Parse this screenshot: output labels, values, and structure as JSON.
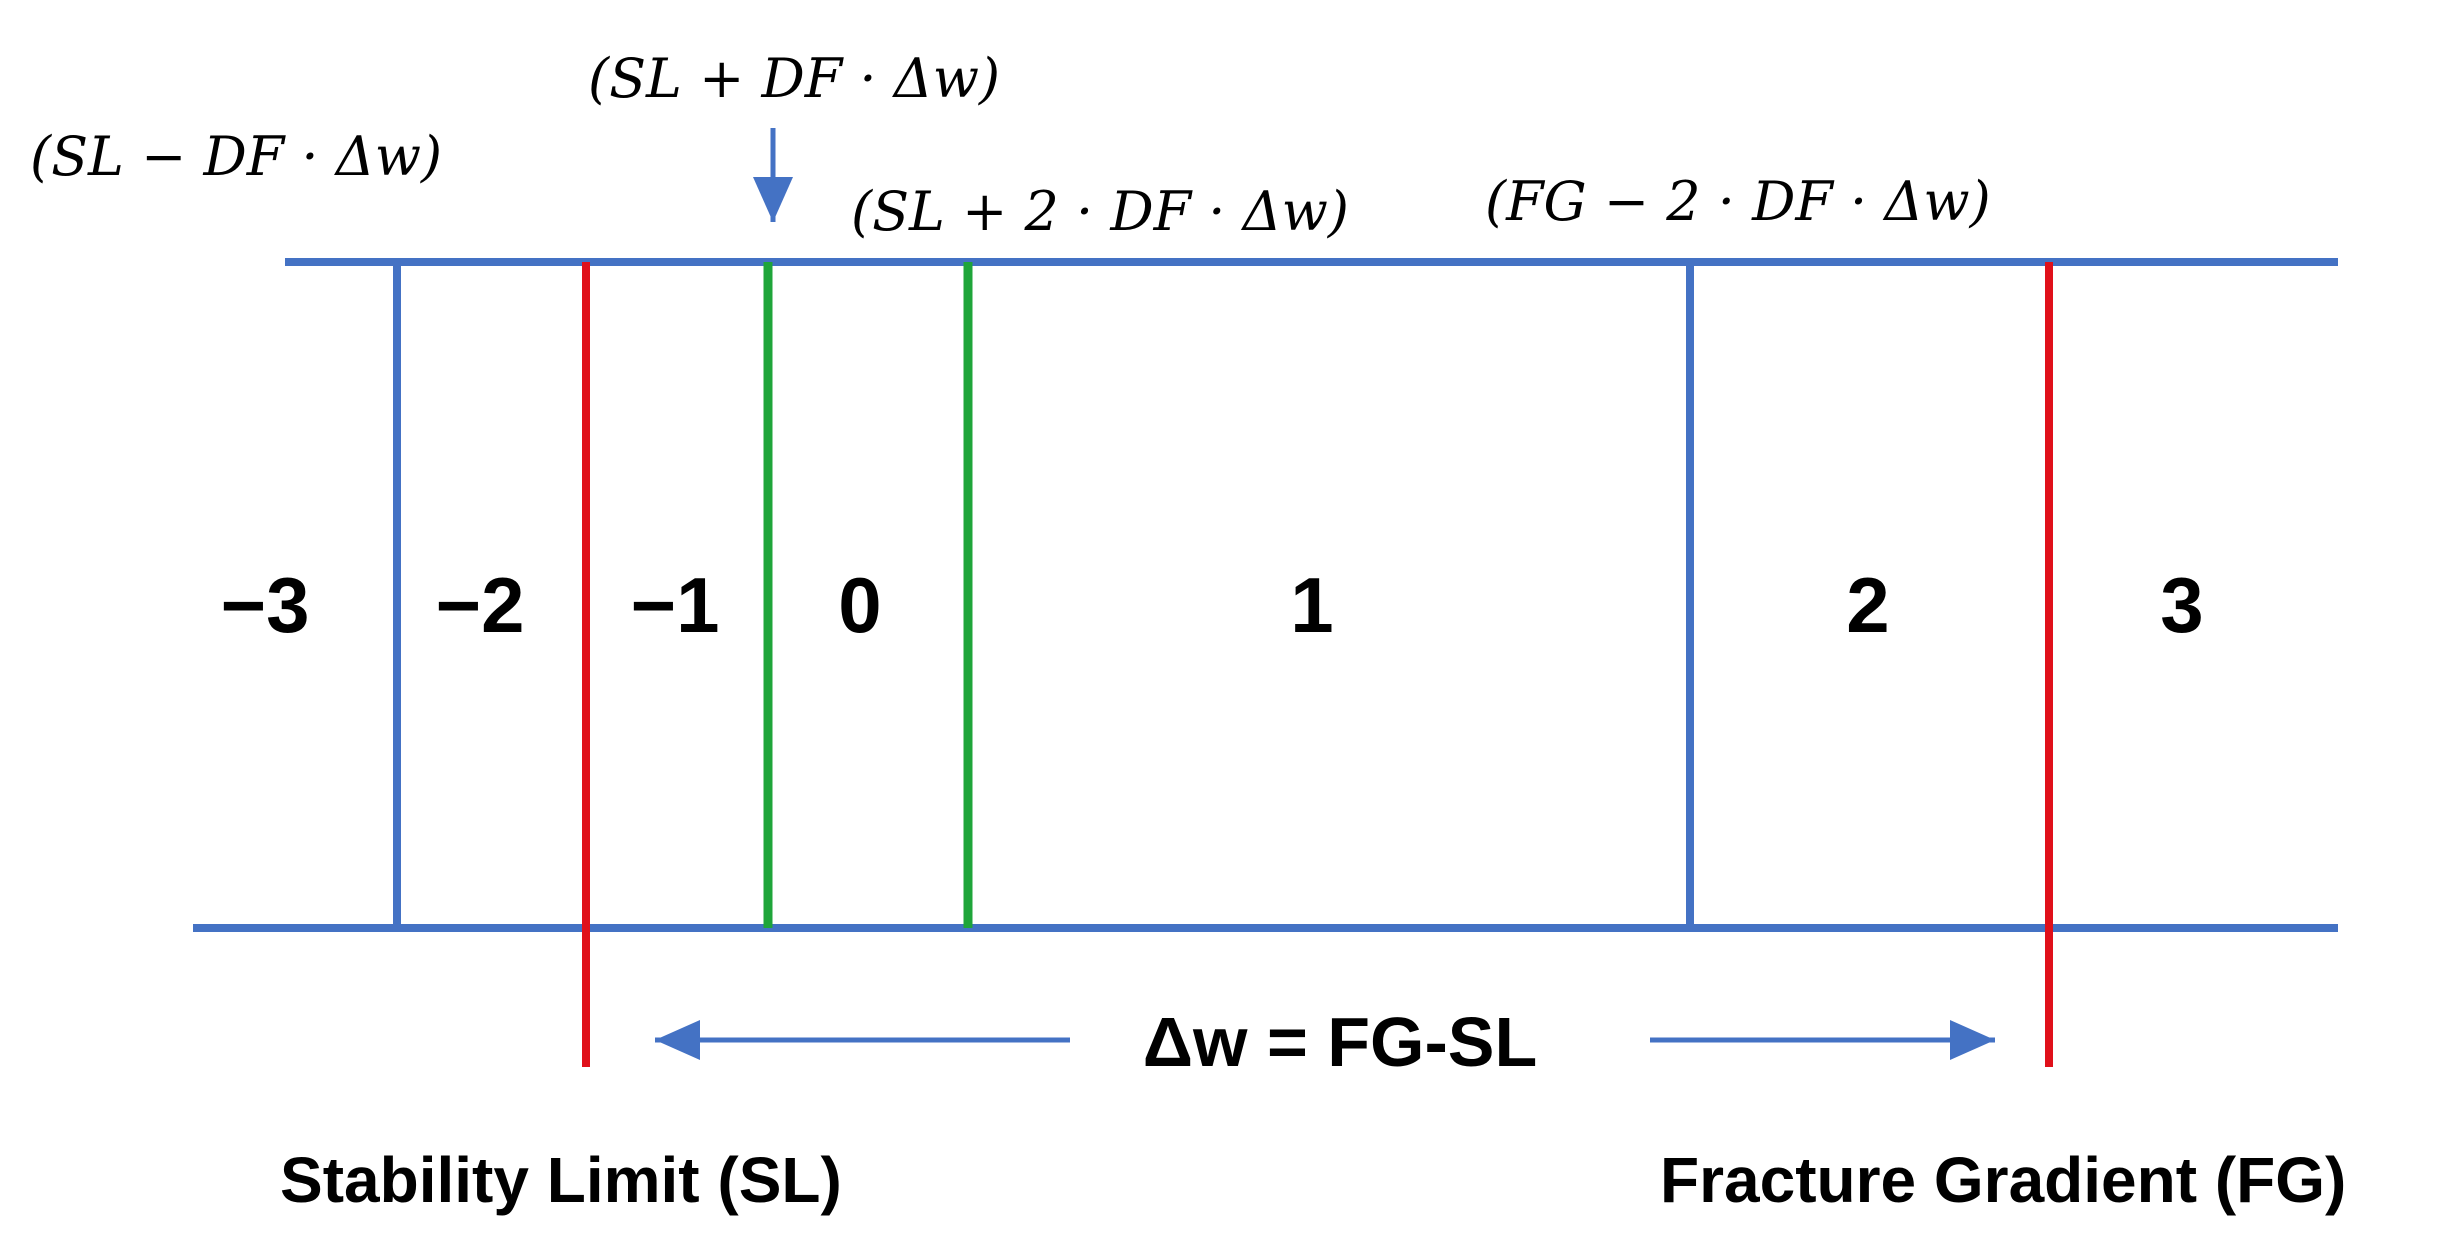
{
  "colors": {
    "blue": "#4472C4",
    "red": "#E0101A",
    "green": "#1FA53A",
    "text": "#000000"
  },
  "formulas": {
    "sl_minus": "(SL − DF · Δw)",
    "sl_plus": "(SL + DF · Δw)",
    "sl_plus2": "(SL + 2 · DF · Δw)",
    "fg_minus2": "(FG − 2 · DF · Δw)"
  },
  "zones": [
    "−3",
    "−2",
    "−1",
    "0",
    "1",
    "2",
    "3"
  ],
  "delta_label": "Δw = FG-SL",
  "limits": {
    "stability": "Stability Limit (SL)",
    "fracture": "Fracture Gradient (FG)"
  }
}
